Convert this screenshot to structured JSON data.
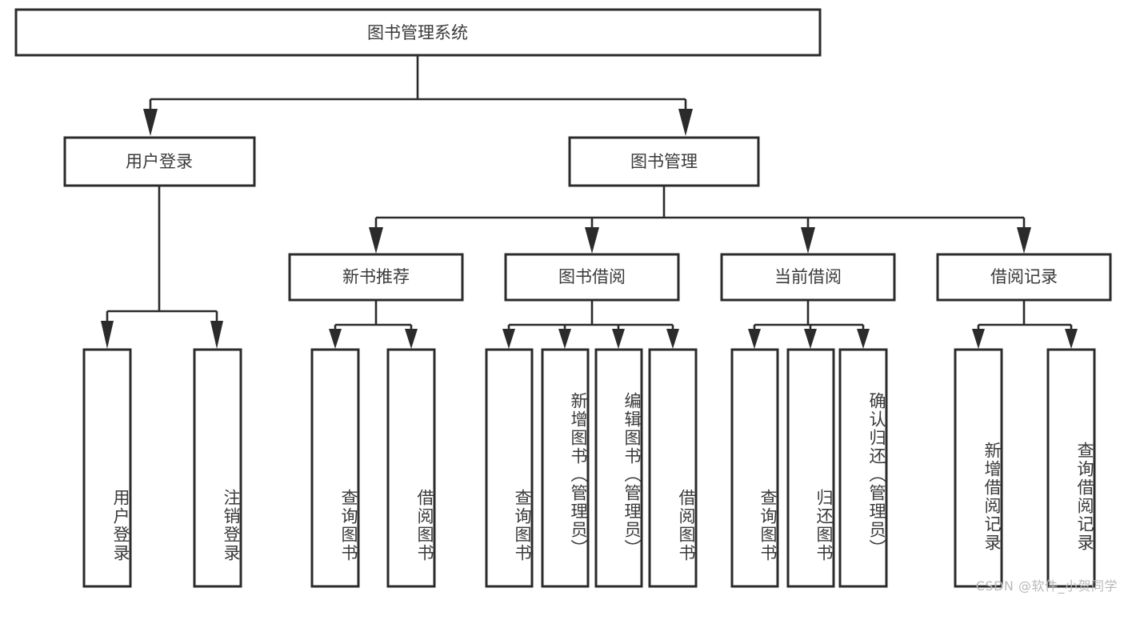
{
  "diagram": {
    "type": "tree-hierarchy",
    "title": "图书管理系统",
    "watermark": "CSDN @软件_小贺同学",
    "colors": {
      "background": "#ffffff",
      "box_stroke": "#2b2b2b",
      "box_fill": "#ffffff",
      "text": "#3a3a3a",
      "watermark": "#b9b9b9"
    },
    "root": {
      "label": "图书管理系统"
    },
    "level1": [
      {
        "id": "user-login",
        "label": "用户登录"
      },
      {
        "id": "book-management",
        "label": "图书管理"
      }
    ],
    "level2": [
      {
        "id": "new-book-recommend",
        "label": "新书推荐",
        "parent": "book-management"
      },
      {
        "id": "book-borrow",
        "label": "图书借阅",
        "parent": "book-management"
      },
      {
        "id": "current-borrow",
        "label": "当前借阅",
        "parent": "book-management"
      },
      {
        "id": "borrow-record",
        "label": "借阅记录",
        "parent": "book-management"
      }
    ],
    "leaves": {
      "user-login": [
        {
          "id": "leaf-user-login",
          "label": "用户登录"
        },
        {
          "id": "leaf-logout-login",
          "label": "注销登录"
        }
      ],
      "new-book-recommend": [
        {
          "id": "leaf-query-book-1",
          "label": "查询图书"
        },
        {
          "id": "leaf-borrow-book-1",
          "label": "借阅图书"
        }
      ],
      "book-borrow": [
        {
          "id": "leaf-query-book-2",
          "label": "查询图书"
        },
        {
          "id": "leaf-add-book-admin",
          "label": "新增图书（管理员）"
        },
        {
          "id": "leaf-edit-book-admin",
          "label": "编辑图书（管理员）"
        },
        {
          "id": "leaf-borrow-book-2",
          "label": "借阅图书"
        }
      ],
      "current-borrow": [
        {
          "id": "leaf-query-book-3",
          "label": "查询图书"
        },
        {
          "id": "leaf-return-book",
          "label": "归还图书"
        },
        {
          "id": "leaf-confirm-return-admin",
          "label": "确认归还（管理员）"
        }
      ],
      "borrow-record": [
        {
          "id": "leaf-add-borrow-record",
          "label": "新增借阅记录"
        },
        {
          "id": "leaf-query-borrow-record",
          "label": "查询借阅记录"
        }
      ]
    }
  }
}
